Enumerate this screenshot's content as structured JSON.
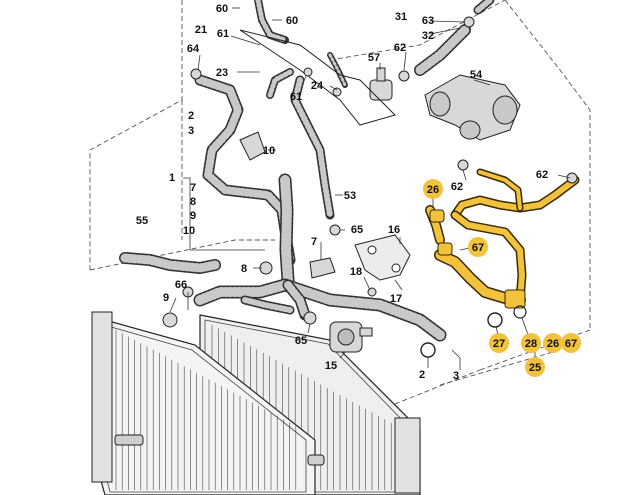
{
  "diagram": {
    "labels": [
      "60",
      "60",
      "21",
      "61",
      "64",
      "23",
      "61",
      "24",
      "57",
      "62",
      "31",
      "63",
      "32",
      "54",
      "2",
      "3",
      "10",
      "1",
      "7",
      "8",
      "9",
      "10",
      "53",
      "62",
      "62",
      "26",
      "65",
      "16",
      "67",
      "7",
      "55",
      "18",
      "8",
      "66",
      "17",
      "9",
      "65",
      "15",
      "2",
      "3",
      "27",
      "28",
      "26",
      "67",
      "25"
    ],
    "highlighted_labels": [
      "26",
      "67",
      "27",
      "28",
      "26",
      "67",
      "25"
    ],
    "colors": {
      "highlight": "#f2c23c",
      "highlight_dark": "#3a2a00",
      "line": "#222222",
      "part_fill": "#d8d8d8"
    }
  }
}
